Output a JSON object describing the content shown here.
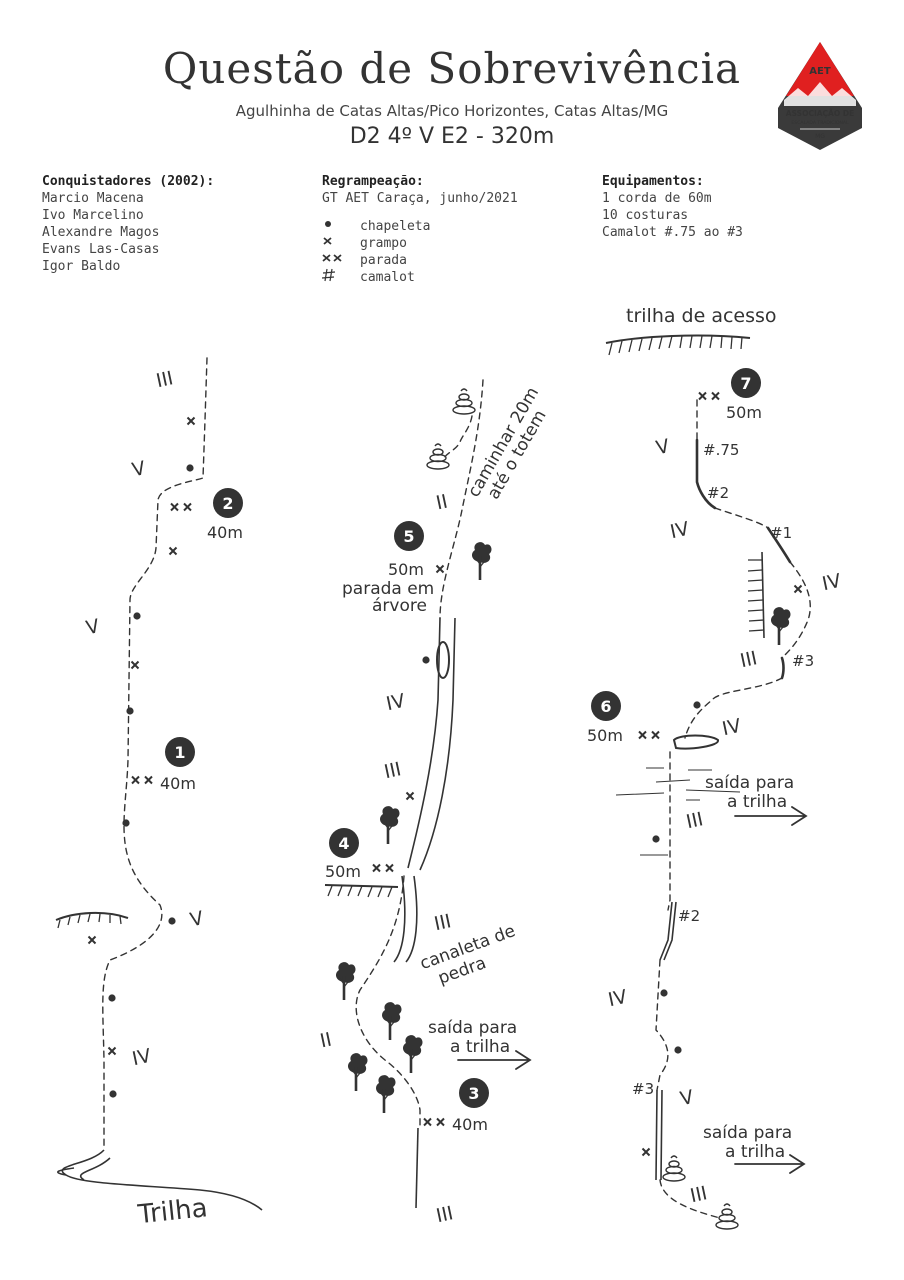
{
  "header": {
    "title": "Questão de Sobrevivência",
    "subtitle": "Agulhinha de Catas Altas/Pico Horizontes, Catas Altas/MG",
    "grade": "D2 4º V E2 - 320m"
  },
  "logo": {
    "acronym": "AET",
    "line1": "ASSOCIAÇÃO DE",
    "line2": "ESCALADA TRADICIONAL",
    "region": "MG",
    "colors": {
      "red": "#e02020",
      "dark": "#3a3a3a"
    }
  },
  "conquistadores": {
    "heading": "Conquistadores (2002):",
    "names": [
      "Marcio Macena",
      "Ivo Marcelino",
      "Alexandre Magos",
      "Evans Las-Casas",
      "Igor Baldo"
    ]
  },
  "regrampeacao": {
    "heading": "Regrampeação:",
    "text": "GT AET Caraça, junho/2021",
    "legend": [
      {
        "icon": "chapeleta-icon",
        "label": "chapeleta"
      },
      {
        "icon": "grampo-icon",
        "label": "grampo"
      },
      {
        "icon": "parada-icon",
        "label": "parada"
      },
      {
        "icon": "camalot-icon",
        "label": "camalot"
      }
    ]
  },
  "equipamentos": {
    "heading": "Equipamentos:",
    "items": [
      "1 corda de 60m",
      "10 costuras",
      "Camalot #.75 ao #3"
    ]
  },
  "topo": {
    "pitches": [
      {
        "number": "1",
        "length": "40m"
      },
      {
        "number": "2",
        "length": "40m"
      },
      {
        "number": "3",
        "length": "40m"
      },
      {
        "number": "4",
        "length": "50m"
      },
      {
        "number": "5",
        "length": "50m"
      },
      {
        "number": "6",
        "length": "50m"
      },
      {
        "number": "7",
        "length": "50m"
      }
    ],
    "grades": {
      "g2": "II",
      "g3": "III",
      "g4": "IV",
      "g5": "V"
    },
    "cams": {
      "c075": "#.75",
      "c1": "#1",
      "c2": "#2",
      "c3": "#3"
    },
    "labels": {
      "trilha": "Trilha",
      "trilha_acesso": "trilha de acesso",
      "parada_arvore_1": "parada em",
      "parada_arvore_2": "árvore",
      "caminhar_1": "caminhar 20m",
      "caminhar_2": "até o totem",
      "canaleta_1": "canaleta de",
      "canaleta_2": "pedra",
      "saida_1": "saída para",
      "saida_2": "a trilha"
    },
    "colors": {
      "ink": "#333333",
      "badge": "#333333"
    }
  }
}
